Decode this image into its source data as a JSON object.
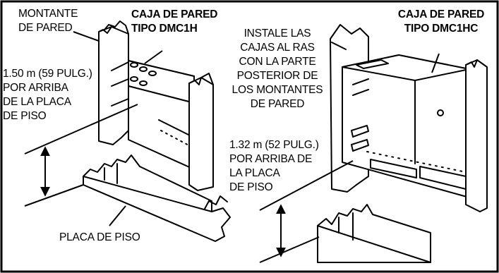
{
  "colors": {
    "ink": "#000000",
    "paper": "#ffffff",
    "shade": "#e6e6e6"
  },
  "labels": {
    "wall_stud": "MONTANTE\nDE PARED",
    "box_dmc1h": "CAJA DE PARED\nTIPO DMC1H",
    "box_dmc1hc": "CAJA DE PARED\nTIPO DMC1HC",
    "install_note": "INSTALE LAS\nCAJAS AL RAS\nCON LA PARTE\nPOSTERIOR DE\nLOS MONTANTES\nDE PARED",
    "height_dmc1h": "1.50 m (59 PULG.)\nPOR ARRIBA\nDE LA PLACA\nDE PISO",
    "height_dmc1hc": "1.32 m (52 PULG.)\nPOR ARRIBA DE\nLA PLACA\nDE PISO",
    "floor_plate": "PLACA DE PISO"
  }
}
